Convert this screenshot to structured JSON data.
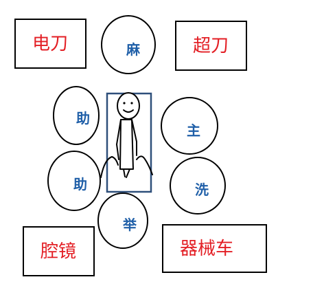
{
  "equipment": {
    "electrosurgical_unit": "电刀",
    "ultrasonic_scalpel": "超刀",
    "laparoscope": "腔镜",
    "instrument_cart": "器械车"
  },
  "staff": {
    "anesthetist": "麻",
    "assistant_upper": "助",
    "assistant_lower": "助",
    "surgeon": "主",
    "scrub_nurse": "洗",
    "camera_holder": "举"
  },
  "colors": {
    "equipment_text": "#e31e24",
    "staff_text": "#1f5fa8",
    "table_outline": "#2e4f7a",
    "stroke": "#000000"
  }
}
